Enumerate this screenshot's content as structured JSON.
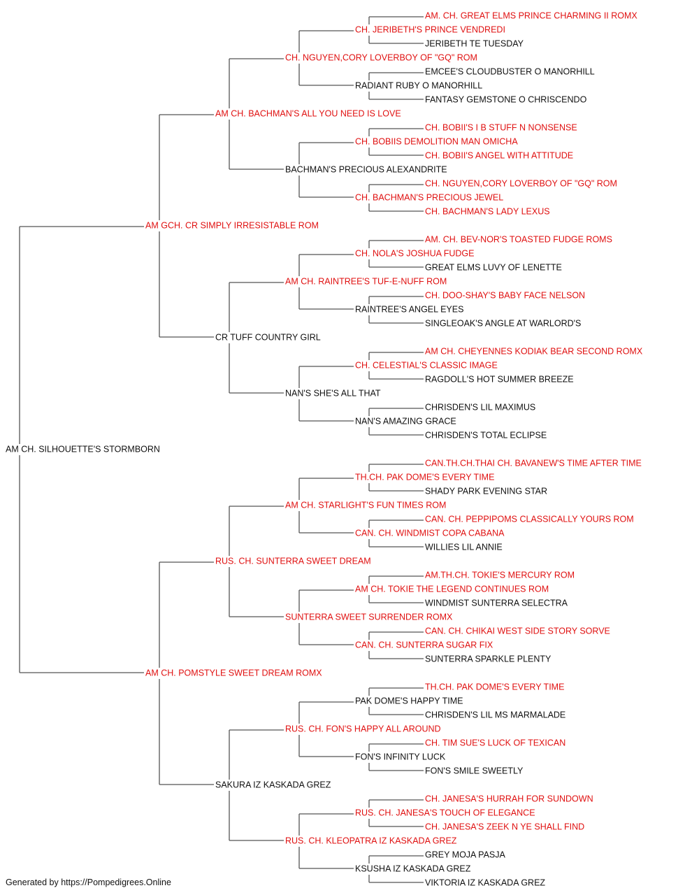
{
  "colors": {
    "champion": "#e01010",
    "normal": "#111111",
    "line": "#555555"
  },
  "pedigree": {
    "name": "AM CH. SILHOUETTE'S STORMBORN",
    "red": false,
    "sire": {
      "name": "AM GCH. CR SIMPLY IRRESISTABLE ROM",
      "red": true,
      "sire": {
        "name": "AM CH. BACHMAN'S ALL YOU NEED IS LOVE",
        "red": true,
        "sire": {
          "name": "CH. NGUYEN,CORY LOVERBOY OF \"GQ\" ROM",
          "red": true,
          "sire": {
            "name": "CH. JERIBETH'S PRINCE VENDREDI",
            "red": true,
            "sire": {
              "name": "AM. CH. GREAT ELMS PRINCE CHARMING II ROMX",
              "red": true
            },
            "dam": {
              "name": "JERIBETH TE TUESDAY",
              "red": false
            }
          },
          "dam": {
            "name": "RADIANT RUBY O MANORHILL",
            "red": false,
            "sire": {
              "name": "EMCEE'S CLOUDBUSTER O MANORHILL",
              "red": false
            },
            "dam": {
              "name": "FANTASY GEMSTONE O CHRISCENDO",
              "red": false
            }
          }
        },
        "dam": {
          "name": "BACHMAN'S PRECIOUS ALEXANDRITE",
          "red": false,
          "sire": {
            "name": "CH. BOBIIS DEMOLITION MAN OMICHA",
            "red": true,
            "sire": {
              "name": "CH. BOBII'S I B STUFF N NONSENSE",
              "red": true
            },
            "dam": {
              "name": "CH. BOBII'S ANGEL WITH ATTITUDE",
              "red": true
            }
          },
          "dam": {
            "name": "CH. BACHMAN'S PRECIOUS JEWEL",
            "red": true,
            "sire": {
              "name": "CH. NGUYEN,CORY LOVERBOY OF \"GQ\" ROM",
              "red": true
            },
            "dam": {
              "name": "CH. BACHMAN'S LADY LEXUS",
              "red": true
            }
          }
        }
      },
      "dam": {
        "name": "CR TUFF COUNTRY GIRL",
        "red": false,
        "sire": {
          "name": "AM CH. RAINTREE'S TUF-E-NUFF ROM",
          "red": true,
          "sire": {
            "name": "CH. NOLA'S JOSHUA FUDGE",
            "red": true,
            "sire": {
              "name": "AM. CH. BEV-NOR'S TOASTED FUDGE ROMS",
              "red": true
            },
            "dam": {
              "name": "GREAT ELMS LUVY OF LENETTE",
              "red": false
            }
          },
          "dam": {
            "name": "RAINTREE'S ANGEL EYES",
            "red": false,
            "sire": {
              "name": "CH. DOO-SHAY'S BABY FACE NELSON",
              "red": true
            },
            "dam": {
              "name": "SINGLEOAK'S ANGLE AT WARLORD'S",
              "red": false
            }
          }
        },
        "dam": {
          "name": "NAN'S SHE'S ALL THAT",
          "red": false,
          "sire": {
            "name": "CH. CELESTIAL'S CLASSIC IMAGE",
            "red": true,
            "sire": {
              "name": "AM CH. CHEYENNES KODIAK BEAR SECOND ROMX",
              "red": true
            },
            "dam": {
              "name": "RAGDOLL'S HOT SUMMER BREEZE",
              "red": false
            }
          },
          "dam": {
            "name": "NAN'S AMAZING GRACE",
            "red": false,
            "sire": {
              "name": "CHRISDEN'S LIL MAXIMUS",
              "red": false
            },
            "dam": {
              "name": "CHRISDEN'S TOTAL ECLIPSE",
              "red": false
            }
          }
        }
      }
    },
    "dam": {
      "name": "AM CH. POMSTYLE SWEET DREAM ROMX",
      "red": true,
      "sire": {
        "name": "RUS. CH. SUNTERRA SWEET DREAM",
        "red": true,
        "sire": {
          "name": "AM CH. STARLIGHT'S FUN TIMES ROM",
          "red": true,
          "sire": {
            "name": "TH.CH. PAK DOME'S EVERY TIME",
            "red": true,
            "sire": {
              "name": "CAN.TH.CH.THAI CH. BAVANEW'S TIME AFTER TIME",
              "red": true
            },
            "dam": {
              "name": "SHADY PARK EVENING STAR",
              "red": false
            }
          },
          "dam": {
            "name": "CAN. CH. WINDMIST COPA CABANA",
            "red": true,
            "sire": {
              "name": "CAN. CH. PEPPIPOMS CLASSICALLY YOURS ROM",
              "red": true
            },
            "dam": {
              "name": "WILLIES LIL ANNIE",
              "red": false
            }
          }
        },
        "dam": {
          "name": "SUNTERRA SWEET SURRENDER ROMX",
          "red": true,
          "sire": {
            "name": "AM CH. TOKIE THE LEGEND CONTINUES ROM",
            "red": true,
            "sire": {
              "name": "AM.TH.CH. TOKIE'S MERCURY ROM",
              "red": true
            },
            "dam": {
              "name": "WINDMIST SUNTERRA SELECTRA",
              "red": false
            }
          },
          "dam": {
            "name": "CAN. CH. SUNTERRA SUGAR FIX",
            "red": true,
            "sire": {
              "name": "CAN. CH. CHIKAI WEST SIDE STORY SORVE",
              "red": true
            },
            "dam": {
              "name": "SUNTERRA SPARKLE PLENTY",
              "red": false
            }
          }
        }
      },
      "dam": {
        "name": "SAKURA IZ KASKADA GREZ",
        "red": false,
        "sire": {
          "name": "RUS. CH. FON'S HAPPY ALL AROUND",
          "red": true,
          "sire": {
            "name": "PAK DOME'S HAPPY TIME",
            "red": false,
            "sire": {
              "name": "TH.CH. PAK DOME'S EVERY TIME",
              "red": true
            },
            "dam": {
              "name": "CHRISDEN'S LIL MS MARMALADE",
              "red": false
            }
          },
          "dam": {
            "name": "FON'S INFINITY LUCK",
            "red": false,
            "sire": {
              "name": "CH. TIM SUE'S LUCK OF TEXICAN",
              "red": true
            },
            "dam": {
              "name": "FON'S SMILE SWEETLY",
              "red": false
            }
          }
        },
        "dam": {
          "name": "RUS. CH. KLEOPATRA IZ KASKADA GREZ",
          "red": true,
          "sire": {
            "name": "RUS. CH. JANESA'S TOUCH OF ELEGANCE",
            "red": true,
            "sire": {
              "name": "CH. JANESA'S HURRAH FOR SUNDOWN",
              "red": true
            },
            "dam": {
              "name": "CH. JANESA'S ZEEK N YE SHALL FIND",
              "red": true
            }
          },
          "dam": {
            "name": "KSUSHA IZ KASKADA GREZ",
            "red": false,
            "sire": {
              "name": "GREY MOJA PASJA",
              "red": false
            },
            "dam": {
              "name": "VIKTORIA IZ KASKADA GREZ",
              "red": false
            }
          }
        }
      }
    }
  },
  "footer": "Generated by https://Pompedigrees.Online"
}
